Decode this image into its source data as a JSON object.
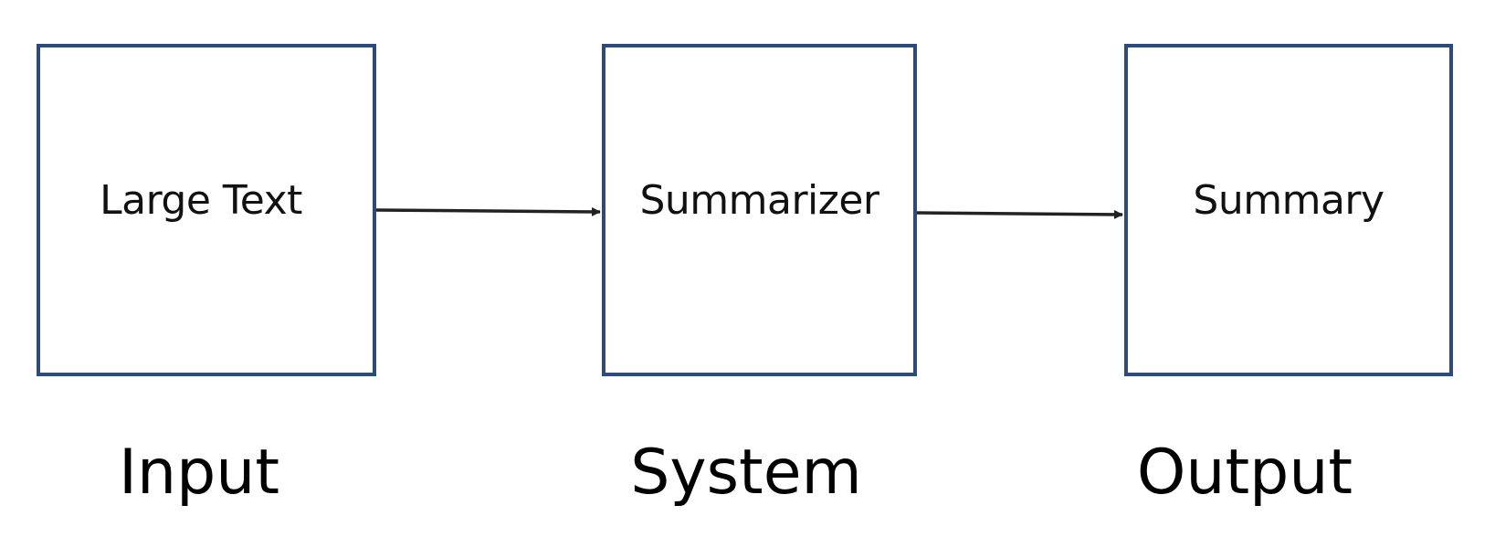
{
  "nodes": [
    {
      "id": "input",
      "text": "Large Text"
    },
    {
      "id": "system",
      "text": "Summarizer"
    },
    {
      "id": "output",
      "text": "Summary"
    }
  ],
  "captions": {
    "input": "Input",
    "system": "System",
    "output": "Output"
  },
  "edges": [
    {
      "from": "input",
      "to": "system"
    },
    {
      "from": "system",
      "to": "output"
    }
  ],
  "colors": {
    "box_border": "#2c4a7a",
    "arrow": "#222222",
    "text": "#111111"
  }
}
